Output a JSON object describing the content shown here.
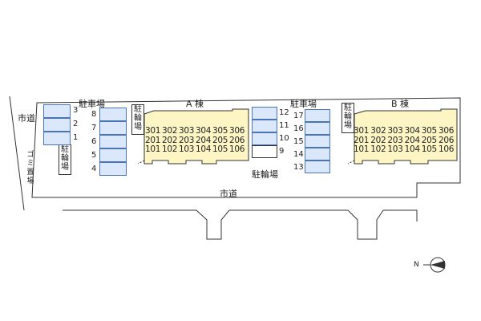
{
  "colors": {
    "building_fill": "#fdf5c4",
    "parking_fill": "#dbe8fb",
    "parking_border": "#4a73b8",
    "line": "#333333"
  },
  "map": {
    "compass_label": "N",
    "city_road_left": "市道",
    "city_road_bottom": "市道",
    "garbage_area": "ゴミ置場",
    "parking_left_label": "駐車場",
    "parking_right_label": "駐車場",
    "bike_left": "駐輪場",
    "bike_a": "駐輪場",
    "bike_mid": "駐輪場",
    "bike_b": "駐輪場",
    "parking_col1": [
      "3",
      "2",
      "1"
    ],
    "parking_col2": [
      "8",
      "7",
      "6",
      "5",
      "4"
    ],
    "parking_col3": [
      "12",
      "11",
      "10",
      "9"
    ],
    "parking_col4": [
      "17",
      "16",
      "15",
      "14",
      "13"
    ],
    "building_a": {
      "title": "A 棟",
      "rows": [
        [
          "301",
          "302",
          "303",
          "304",
          "305",
          "306"
        ],
        [
          "201",
          "202",
          "203",
          "204",
          "205",
          "206"
        ],
        [
          "101",
          "102",
          "103",
          "104",
          "105",
          "106"
        ]
      ]
    },
    "building_b": {
      "title": "B 棟",
      "rows": [
        [
          "301",
          "302",
          "303",
          "304",
          "305",
          "306"
        ],
        [
          "201",
          "202",
          "203",
          "204",
          "205",
          "206"
        ],
        [
          "101",
          "102",
          "103",
          "104",
          "105",
          "106"
        ]
      ]
    }
  }
}
